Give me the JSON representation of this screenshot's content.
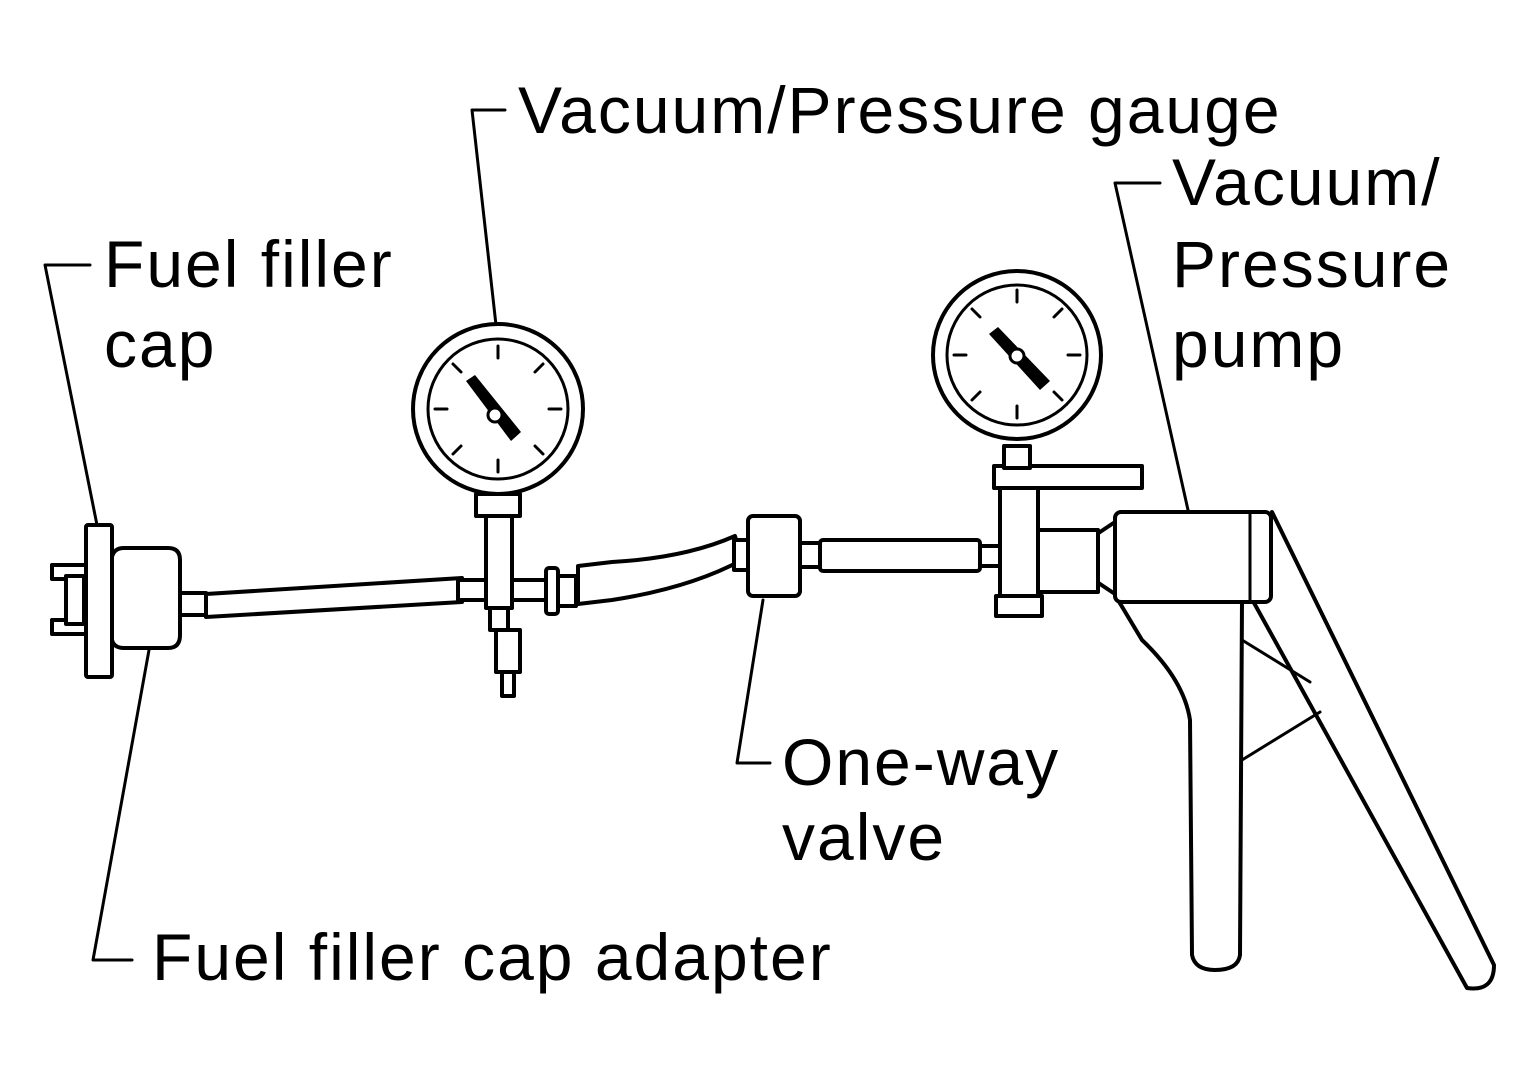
{
  "diagram": {
    "labels": {
      "vacuum_pressure_gauge": "Vacuum/Pressure gauge",
      "pump_line1": "Vacuum/",
      "pump_line2": "Pressure",
      "pump_line3": "pump",
      "fuel_filler_cap_line1": "Fuel filler",
      "fuel_filler_cap_line2": "cap",
      "one_way_valve_line1": "One-way",
      "one_way_valve_line2": "valve",
      "fuel_filler_cap_adapter": "Fuel filler cap adapter"
    },
    "colors": {
      "ink": "#000000",
      "paper": "#ffffff"
    }
  }
}
